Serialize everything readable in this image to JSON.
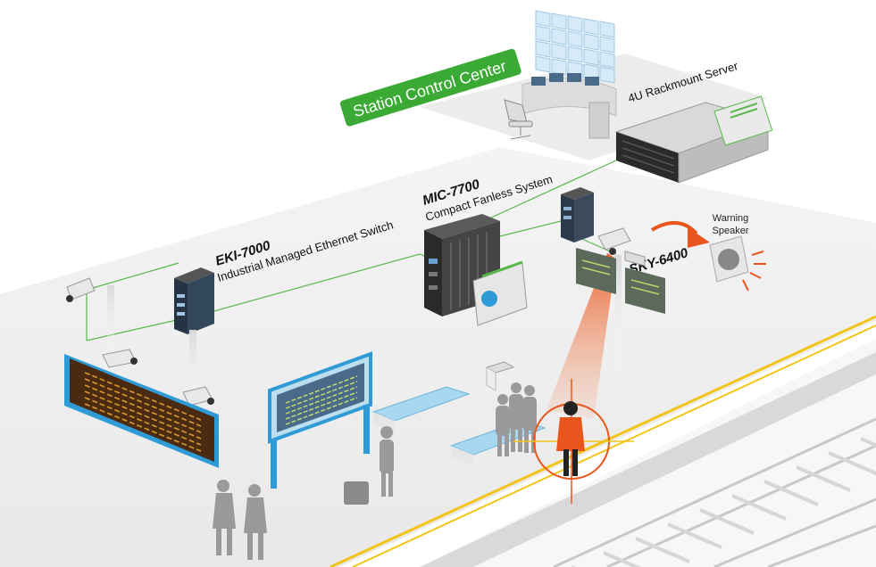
{
  "banner": {
    "label": "Station Control Center",
    "color": "#3aaa35"
  },
  "devices": {
    "sky": {
      "model": "SKY-6400",
      "description": "4U Rackmount Server"
    },
    "mic": {
      "model": "MIC-7700",
      "description": "Compact Fanless System"
    },
    "eki": {
      "model": "EKI-7000",
      "description": "Industrial Managed Ethernet Switch"
    }
  },
  "warning_speaker": {
    "line1": "Warning",
    "line2": "Speaker"
  },
  "colors": {
    "network_line": "#58b94a",
    "alert": "#e8561e",
    "display_board": "#4a2a10",
    "display_frame": "#2f9bd6",
    "silhouette": "#9a9a9a",
    "rail": "#f2c418"
  }
}
